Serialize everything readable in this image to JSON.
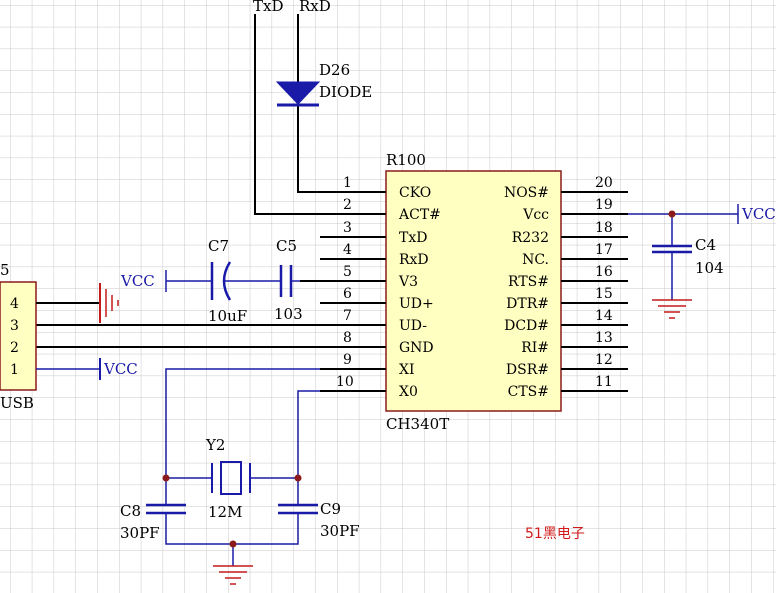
{
  "top_nets": {
    "txd": "TxD",
    "rxd": "RxD"
  },
  "diode": {
    "ref": "D26",
    "type": "DIODE"
  },
  "ic": {
    "ref": "R100",
    "part": "CH340T",
    "left_pins": [
      {
        "num": "1",
        "name": "CKO"
      },
      {
        "num": "2",
        "name": "ACT#"
      },
      {
        "num": "3",
        "name": "TxD"
      },
      {
        "num": "4",
        "name": "RxD"
      },
      {
        "num": "5",
        "name": "V3"
      },
      {
        "num": "6",
        "name": "UD+"
      },
      {
        "num": "7",
        "name": "UD-"
      },
      {
        "num": "8",
        "name": "GND"
      },
      {
        "num": "9",
        "name": "XI"
      },
      {
        "num": "10",
        "name": "X0"
      }
    ],
    "right_pins": [
      {
        "num": "20",
        "name": "NOS#"
      },
      {
        "num": "19",
        "name": "Vcc"
      },
      {
        "num": "18",
        "name": "R232"
      },
      {
        "num": "17",
        "name": "NC."
      },
      {
        "num": "16",
        "name": "RTS#"
      },
      {
        "num": "15",
        "name": "DTR#"
      },
      {
        "num": "14",
        "name": "DCD#"
      },
      {
        "num": "13",
        "name": "RI#"
      },
      {
        "num": "12",
        "name": "DSR#"
      },
      {
        "num": "11",
        "name": "CTS#"
      }
    ]
  },
  "usb": {
    "ref_partial": "5",
    "label": "USB",
    "pins": [
      "4",
      "3",
      "2",
      "1"
    ]
  },
  "nets": {
    "vcc_c7": "VCC",
    "vcc_usb": "VCC",
    "vcc_right": "VCC"
  },
  "caps": {
    "c7": {
      "ref": "C7",
      "value": "10uF"
    },
    "c5": {
      "ref": "C5",
      "value": "103"
    },
    "c4": {
      "ref": "C4",
      "value": "104"
    },
    "c8": {
      "ref": "C8",
      "value": "30PF"
    },
    "c9": {
      "ref": "C9",
      "value": "30PF"
    }
  },
  "crystal": {
    "ref": "Y2",
    "value": "12M"
  },
  "watermark": "51黑电子",
  "colors": {
    "grid": "#c8c8c8",
    "wire": "#1a1aa8",
    "body": "#ffffc2",
    "junction": "#8b1a1a",
    "ground": "#c41a1a",
    "text": "#000000"
  }
}
